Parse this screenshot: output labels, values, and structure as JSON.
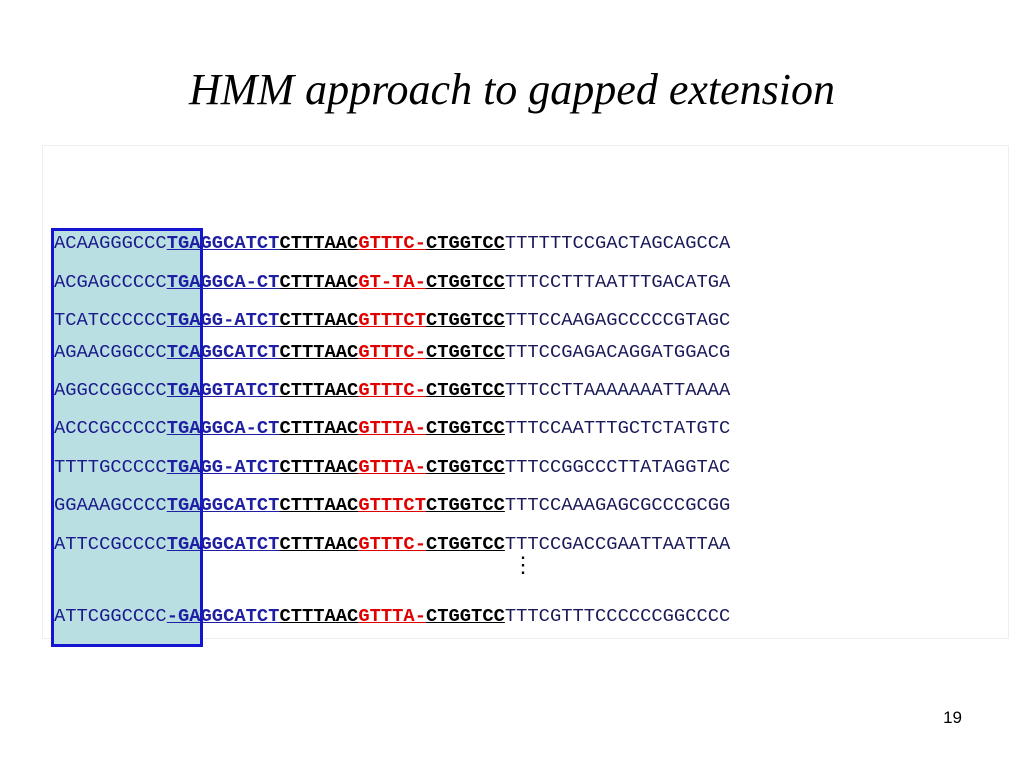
{
  "slide": {
    "title": "HMM approach to gapped extension",
    "page_number": "19",
    "ellipsis": "⋮"
  },
  "colors": {
    "highlight_fill": "#b9dfe3",
    "highlight_border": "#1414d2",
    "core_blue": "#1f1fa3",
    "gap_red": "#e00000"
  },
  "sequences": [
    {
      "prefix": "ACAAGGGCCC",
      "core1": "TGAGGCATCT",
      "core2": "CTTTAAC",
      "gap": "GTTTC-",
      "core3": "CTGGTCC",
      "suffix": "TTTTTTCCGACTAGCAGCCA"
    },
    {
      "prefix": "ACGAGCCCCC",
      "core1": "TGAGGCA-CT",
      "core2": "CTTTAAC",
      "gap": "GT-TA-",
      "core3": "CTGGTCC",
      "suffix": "TTTCCTTTAATTTGACATGA"
    },
    {
      "prefix": "TCATCCCCCC",
      "core1": "TGAGG-ATCT",
      "core2": "CTTTAAC",
      "gap": "GTTTCT",
      "core3": "CTGGTCC",
      "suffix": "TTTCCAAGAGCCCCCGTAGC"
    },
    {
      "prefix": "AGAACGGCCC",
      "core1": "TCAGGCATCT",
      "core2": "CTTTAAC",
      "gap": "GTTTC-",
      "core3": "CTGGTCC",
      "suffix": "TTTCCGAGACAGGATGGACG"
    },
    {
      "prefix": "AGGCCGGCCC",
      "core1": "TGAGGTATCT",
      "core2": "CTTTAAC",
      "gap": "GTTTC-",
      "core3": "CTGGTCC",
      "suffix": "TTTCCTTAAAAAAATTAAAA"
    },
    {
      "prefix": "ACCCGCCCCC",
      "core1": "TGAGGCA-CT",
      "core2": "CTTTAAC",
      "gap": "GTTTA-",
      "core3": "CTGGTCC",
      "suffix": "TTTCCAATTTGCTCTATGTC"
    },
    {
      "prefix": "TTTTGCCCCC",
      "core1": "TGAGG-ATCT",
      "core2": "CTTTAAC",
      "gap": "GTTTA-",
      "core3": "CTGGTCC",
      "suffix": "TTTCCGGCCCTTATAGGTAC"
    },
    {
      "prefix": "GGAAAGCCCC",
      "core1": "TGAGGCATCT",
      "core2": "CTTTAAC",
      "gap": "GTTTCT",
      "core3": "CTGGTCC",
      "suffix": "TTTCCAAAGAGCGCCCGCGG"
    },
    {
      "prefix": "ATTCCGCCCC",
      "core1": "TGAGGCATCT",
      "core2": "CTTTAAC",
      "gap": "GTTTC-",
      "core3": "CTGGTCC",
      "suffix": "TTTCCGACCGAATTAATTAA"
    },
    {
      "prefix": "ATTCGGCCCC",
      "core1": "-GAGGCATCT",
      "core2": "CTTTAAC",
      "gap": "GTTTA-",
      "core3": "CTGGTCC",
      "suffix": "TTTCGTTTCCCCCCGGCCCC"
    }
  ]
}
